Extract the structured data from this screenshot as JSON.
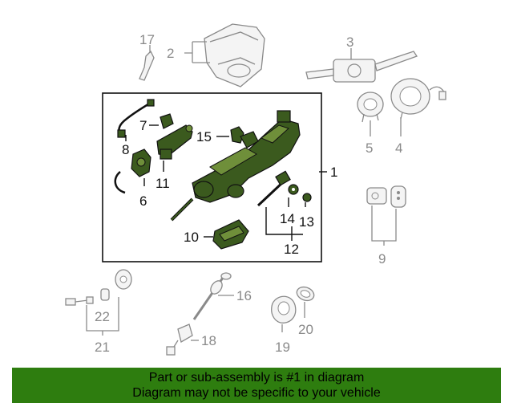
{
  "callouts": {
    "c1": "1",
    "c2": "2",
    "c3": "3",
    "c4": "4",
    "c5": "5",
    "c7": "7",
    "c8": "8",
    "c6": "6",
    "c11": "11",
    "c15": "15",
    "c14": "14",
    "c13": "13",
    "c12": "12",
    "c10": "10",
    "c9": "9",
    "c16": "16",
    "c17": "17",
    "c18": "18",
    "c19": "19",
    "c20": "20",
    "c21": "21",
    "c22": "22"
  },
  "footer": {
    "line1": "Part or sub-assembly is #1 in diagram",
    "line2": "Diagram may not be specific to your vehicle"
  },
  "colors": {
    "footer_bg": "#2e7d0f",
    "highlight_part": "#3b5a1e",
    "grey_part": "#8a8a8a"
  }
}
